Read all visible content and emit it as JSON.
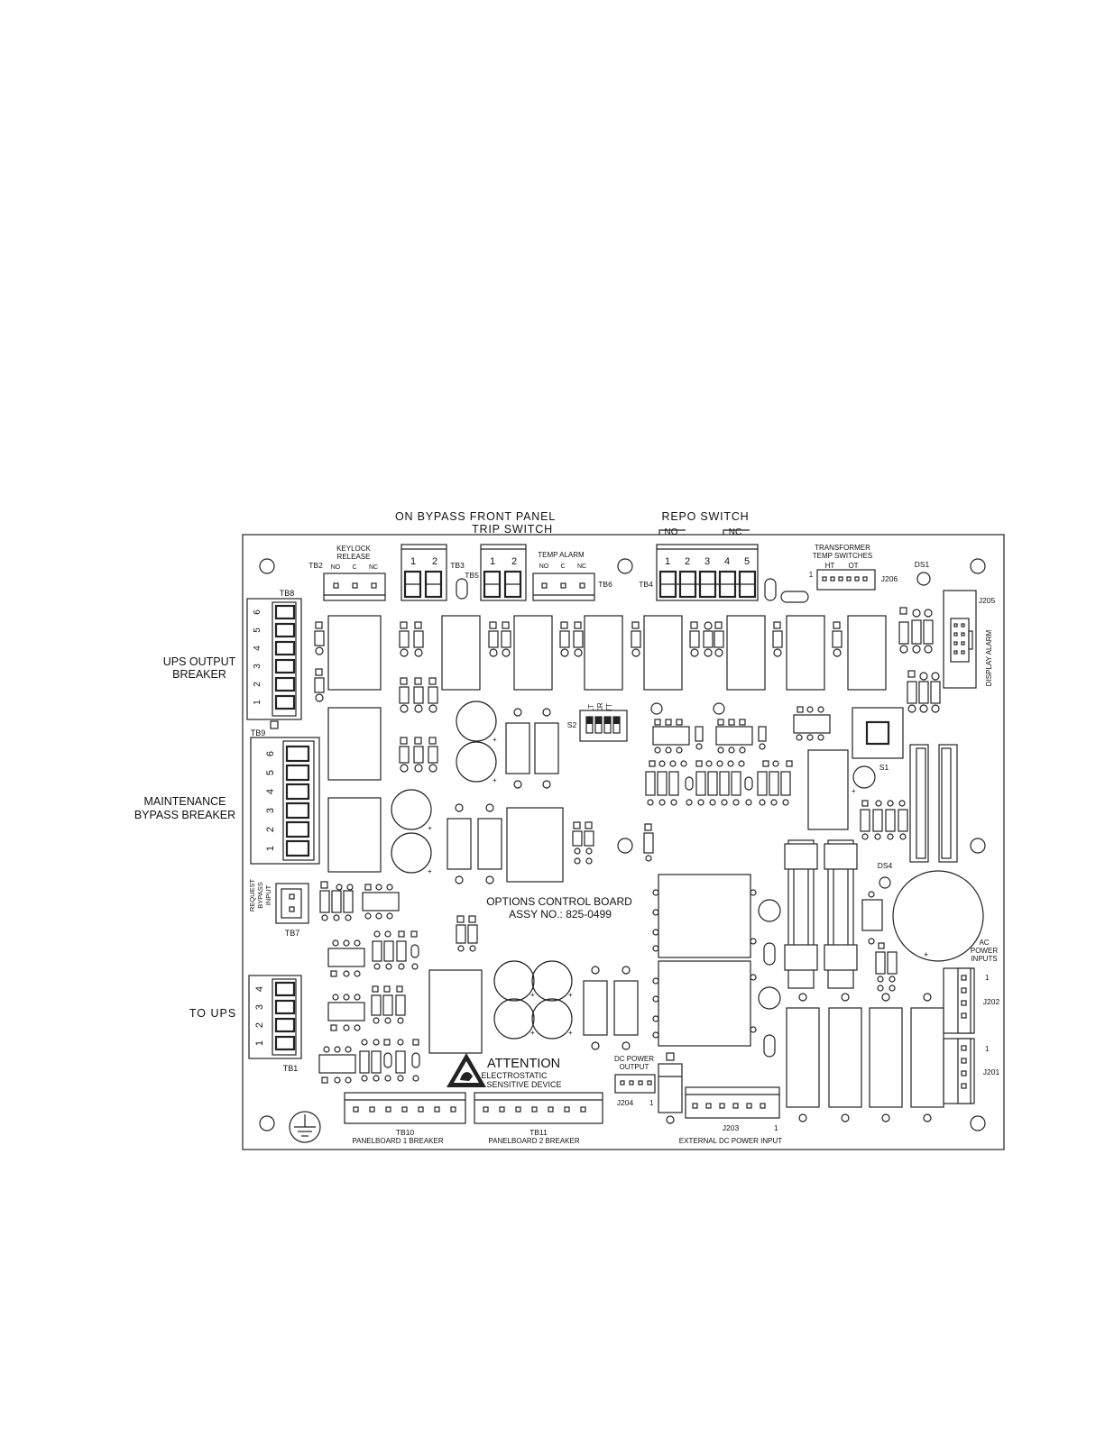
{
  "colors": {
    "ink": "#222222",
    "paper": "#ffffff"
  },
  "labels": {
    "on_bypass_front_panel": "ON BYPASS FRONT PANEL",
    "trip_switch": "TRIP SWITCH",
    "repo_switch": "REPO SWITCH",
    "repo_no": "NO",
    "repo_nc": "NC",
    "keylock_release_1": "KEYLOCK",
    "keylock_release_2": "RELEASE",
    "temp_alarm": "TEMP ALARM",
    "transformer_1": "TRANSFORMER",
    "transformer_2": "TEMP SWITCHES",
    "ht": "HT",
    "ot": "OT",
    "display_alarm": "DISPLAY ALARM",
    "ups_output_breaker_1": "UPS OUTPUT",
    "ups_output_breaker_2": "BREAKER",
    "maintenance_bypass_1": "MAINTENANCE",
    "maintenance_bypass_2": "BYPASS BREAKER",
    "request_bypass_input_1": "REQUEST",
    "request_bypass_input_2": "BYPASS",
    "request_bypass_input_3": "INPUT",
    "to_ups": "TO UPS",
    "options_control_board": "OPTIONS CONTROL BOARD",
    "assy_no": "ASSY NO.: 825-0499",
    "attention": "ATTENTION",
    "electrostatic": "ELECTROSTATIC",
    "sensitive_device": "SENSITIVE DEVICE",
    "dc_power_output_1": "DC POWER",
    "dc_power_output_2": "OUTPUT",
    "ac_power_inputs_1": "AC",
    "ac_power_inputs_2": "POWER",
    "ac_power_inputs_3": "INPUTS",
    "panelboard_1_breaker": "PANELBOARD 1 BREAKER",
    "panelboard_2_breaker": "PANELBOARD 2 BREAKER",
    "external_dc_power_input": "EXTERNAL DC POWER INPUT",
    "no": "NO",
    "c": "C",
    "nc": "NC",
    "one": "1",
    "switch_plt": "PLT",
    "switch_ncr": "NCR",
    "switch_ott": "OTT"
  },
  "designators": {
    "tb1": "TB1",
    "tb2": "TB2",
    "tb3": "TB3",
    "tb4": "TB4",
    "tb5": "TB5",
    "tb6": "TB6",
    "tb7": "TB7",
    "tb8": "TB8",
    "tb9": "TB9",
    "tb10": "TB10",
    "tb11": "TB11",
    "s1": "S1",
    "s2": "S2",
    "ds1": "DS1",
    "ds4": "DS4",
    "j201": "J201",
    "j202": "J202",
    "j203": "J203",
    "j204": "J204",
    "j205": "J205",
    "j206": "J206"
  },
  "terminals": {
    "tb3": [
      "1",
      "2"
    ],
    "tb5": [
      "1",
      "2"
    ],
    "tb4": [
      "1",
      "2",
      "3",
      "4",
      "5"
    ],
    "tb8": [
      "6",
      "5",
      "4",
      "3",
      "2",
      "1"
    ],
    "tb9": [
      "6",
      "5",
      "4",
      "3",
      "2",
      "1"
    ],
    "tb1": [
      "4",
      "3",
      "2",
      "1"
    ]
  }
}
